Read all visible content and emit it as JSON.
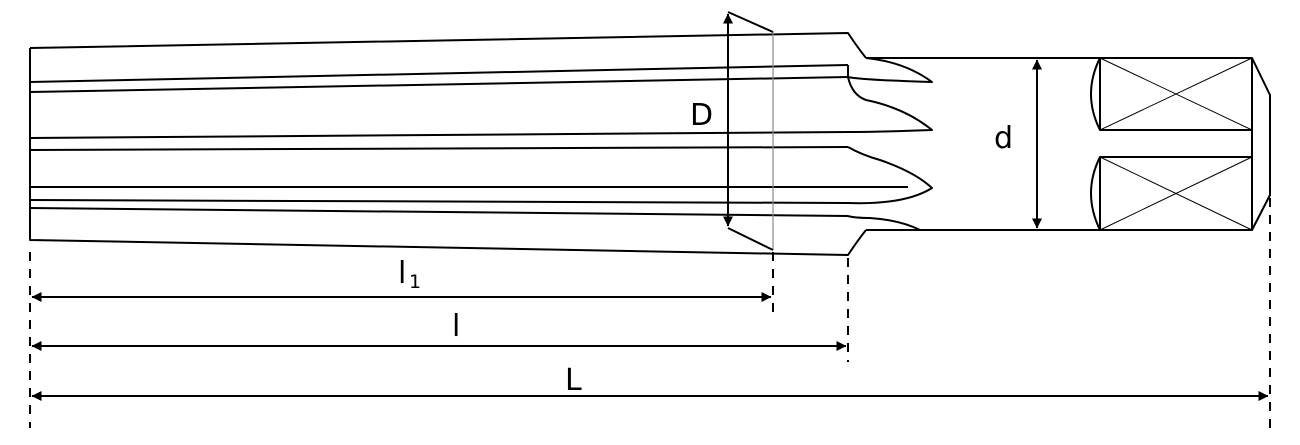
{
  "labels": {
    "D": "D",
    "d": "d",
    "l1_main": "l",
    "l1_sub": "1",
    "l": "l",
    "L": "L"
  }
}
